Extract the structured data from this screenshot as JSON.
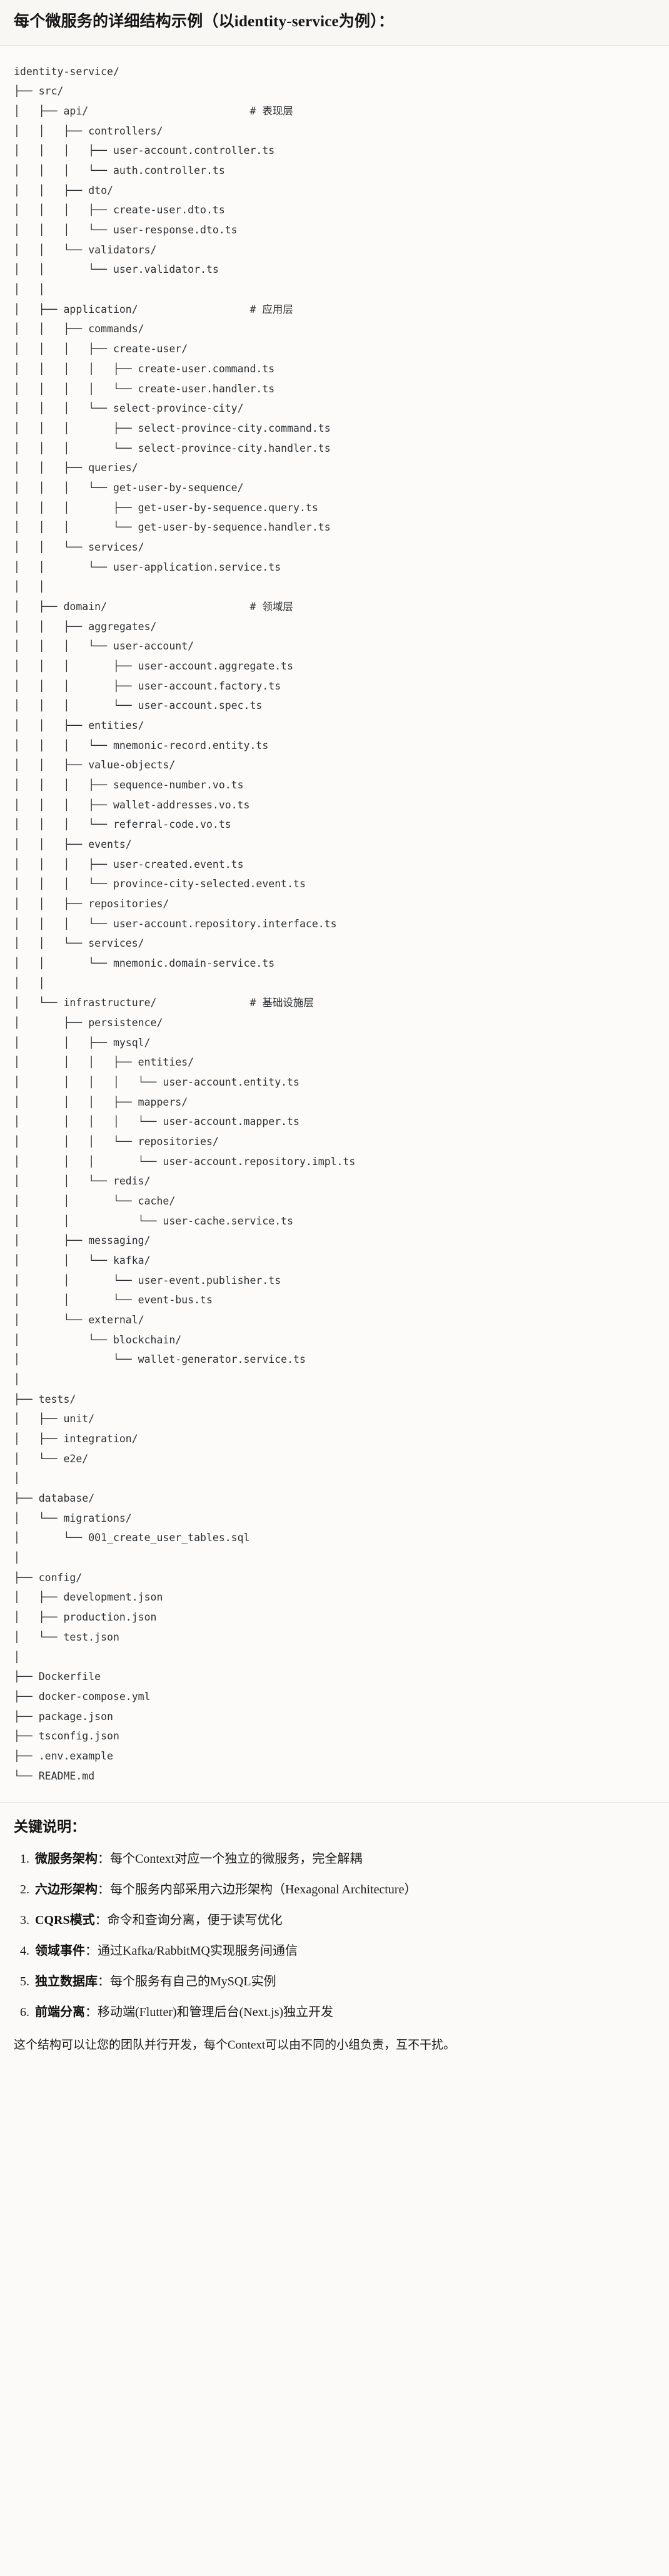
{
  "heading": {
    "text": "每个微服务的详细结构示例（以identity-service为例）："
  },
  "tree": {
    "root": "identity-service/",
    "comments": {
      "api": "# 表现层",
      "application": "# 应用层",
      "domain": "# 领域层",
      "infrastructure": "# 基础设施层"
    },
    "text": "identity-service/\n├── src/\n│   ├── api/                          # 表现层\n│   │   ├── controllers/\n│   │   │   ├── user-account.controller.ts\n│   │   │   └── auth.controller.ts\n│   │   ├── dto/\n│   │   │   ├── create-user.dto.ts\n│   │   │   └── user-response.dto.ts\n│   │   └── validators/\n│   │       └── user.validator.ts\n│   │\n│   ├── application/                  # 应用层\n│   │   ├── commands/\n│   │   │   ├── create-user/\n│   │   │   │   ├── create-user.command.ts\n│   │   │   │   └── create-user.handler.ts\n│   │   │   └── select-province-city/\n│   │   │       ├── select-province-city.command.ts\n│   │   │       └── select-province-city.handler.ts\n│   │   ├── queries/\n│   │   │   └── get-user-by-sequence/\n│   │   │       ├── get-user-by-sequence.query.ts\n│   │   │       └── get-user-by-sequence.handler.ts\n│   │   └── services/\n│   │       └── user-application.service.ts\n│   │\n│   ├── domain/                       # 领域层\n│   │   ├── aggregates/\n│   │   │   └── user-account/\n│   │   │       ├── user-account.aggregate.ts\n│   │   │       ├── user-account.factory.ts\n│   │   │       └── user-account.spec.ts\n│   │   ├── entities/\n│   │   │   └── mnemonic-record.entity.ts\n│   │   ├── value-objects/\n│   │   │   ├── sequence-number.vo.ts\n│   │   │   ├── wallet-addresses.vo.ts\n│   │   │   └── referral-code.vo.ts\n│   │   ├── events/\n│   │   │   ├── user-created.event.ts\n│   │   │   └── province-city-selected.event.ts\n│   │   ├── repositories/\n│   │   │   └── user-account.repository.interface.ts\n│   │   └── services/\n│   │       └── mnemonic.domain-service.ts\n│   │\n│   └── infrastructure/               # 基础设施层\n│       ├── persistence/\n│       │   ├── mysql/\n│       │   │   ├── entities/\n│       │   │   │   └── user-account.entity.ts\n│       │   │   ├── mappers/\n│       │   │   │   └── user-account.mapper.ts\n│       │   │   └── repositories/\n│       │   │       └── user-account.repository.impl.ts\n│       │   └── redis/\n│       │       └── cache/\n│       │           └── user-cache.service.ts\n│       ├── messaging/\n│       │   └── kafka/\n│       │       └── user-event.publisher.ts\n│       │       └── event-bus.ts\n│       └── external/\n│           └── blockchain/\n│               └── wallet-generator.service.ts\n│\n├── tests/\n│   ├── unit/\n│   ├── integration/\n│   └── e2e/\n│\n├── database/\n│   └── migrations/\n│       └── 001_create_user_tables.sql\n│\n├── config/\n│   ├── development.json\n│   ├── production.json\n│   └── test.json\n│\n├── Dockerfile\n├── docker-compose.yml\n├── package.json\n├── tsconfig.json\n├── .env.example\n└── README.md"
  },
  "notes": {
    "title": "关键说明：",
    "separator": "：",
    "items": [
      {
        "term": "微服务架构",
        "desc": "每个Context对应一个独立的微服务，完全解耦"
      },
      {
        "term": "六边形架构",
        "desc": "每个服务内部采用六边形架构（Hexagonal Architecture）"
      },
      {
        "term": "CQRS模式",
        "desc": "命令和查询分离，便于读写优化"
      },
      {
        "term": "领域事件",
        "desc": "通过Kafka/RabbitMQ实现服务间通信"
      },
      {
        "term": "独立数据库",
        "desc": "每个服务有自己的MySQL实例"
      },
      {
        "term": "前端分离",
        "desc": "移动端(Flutter)和管理后台(Next.js)独立开发"
      }
    ],
    "closing": "这个结构可以让您的团队并行开发，每个Context可以由不同的小组负责，互不干扰。"
  }
}
